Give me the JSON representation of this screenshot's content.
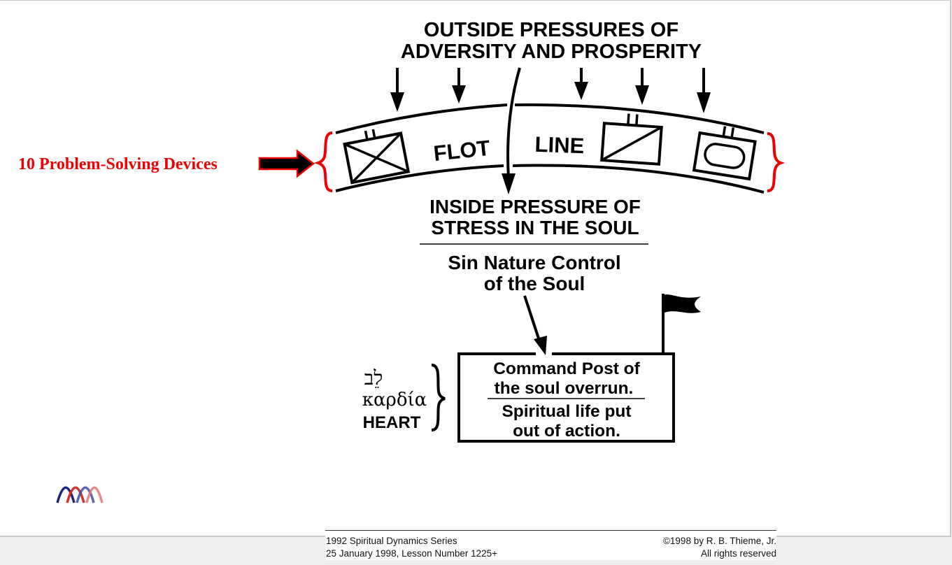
{
  "diagram": {
    "outside_pressures": {
      "line1": "OUTSIDE PRESSURES OF",
      "line2": "ADVERSITY AND PROSPERITY"
    },
    "flot_line": {
      "word1": "FLOT",
      "word2": "LINE"
    },
    "side_label": "10 Problem-Solving Devices",
    "inside_pressure": {
      "line1": "INSIDE PRESSURE OF",
      "line2": "STRESS IN THE SOUL"
    },
    "sin_nature": {
      "line1": "Sin Nature Control",
      "line2": "of the Soul"
    },
    "heart_terms": {
      "hebrew": "לֵב",
      "greek": "καρδία",
      "english": "HEART"
    },
    "command_post": {
      "line1": "Command Post of",
      "line2": "the soul overrun.",
      "line3": "Spiritual life put",
      "line4": "out of action."
    },
    "icons": [
      "military-unit-symbol-infantry",
      "military-unit-symbol-cavalry",
      "military-unit-symbol-armor",
      "flag-icon",
      "logo-waves"
    ]
  },
  "colors": {
    "accent_red": "#ee0000",
    "ink": "#000000",
    "logo_blue": "#1a237e",
    "logo_red": "#d32f2f"
  },
  "footer": {
    "series": "1992 Spiritual Dynamics Series",
    "lesson": "25 January 1998, Lesson Number 1225+",
    "copyright": "©1998 by R. B. Thieme, Jr.",
    "rights": "All rights reserved"
  }
}
